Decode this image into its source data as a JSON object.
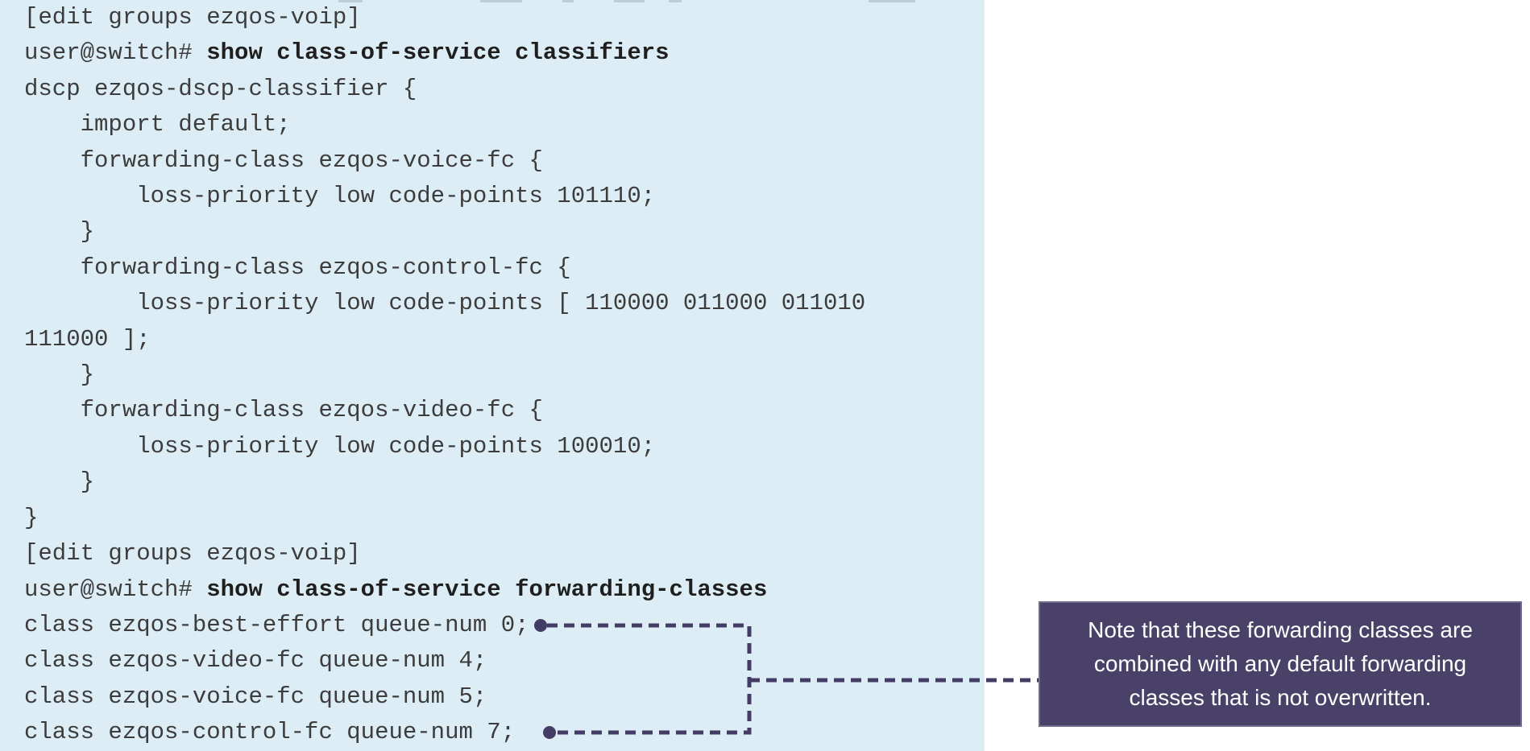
{
  "colors": {
    "page-bg": "#ffffff",
    "code-bg": "#ddedf5",
    "code-text": "#3c3c3c",
    "code-bold": "#1f1f1f",
    "connector": "#433c64",
    "note-bg": "#4a4168",
    "note-text": "#ffffff",
    "note-border": "#716b92"
  },
  "code": {
    "lines": [
      {
        "segments": [
          {
            "text": "[edit groups ezqos-voip]"
          }
        ]
      },
      {
        "segments": [
          {
            "text": "user@switch# "
          },
          {
            "text": "show class-of-service classifiers",
            "bold": true
          }
        ]
      },
      {
        "segments": [
          {
            "text": "dscp ezqos-dscp-classifier {"
          }
        ]
      },
      {
        "segments": [
          {
            "text": "    import default;"
          }
        ]
      },
      {
        "segments": [
          {
            "text": "    forwarding-class ezqos-voice-fc {"
          }
        ]
      },
      {
        "segments": [
          {
            "text": "        loss-priority low code-points 101110;"
          }
        ]
      },
      {
        "segments": [
          {
            "text": "    }"
          }
        ]
      },
      {
        "segments": [
          {
            "text": "    forwarding-class ezqos-control-fc {"
          }
        ]
      },
      {
        "segments": [
          {
            "text": "        loss-priority low code-points [ 110000 011000 011010"
          }
        ]
      },
      {
        "segments": [
          {
            "text": "111000 ];"
          }
        ]
      },
      {
        "segments": [
          {
            "text": "    }"
          }
        ]
      },
      {
        "segments": [
          {
            "text": "    forwarding-class ezqos-video-fc {"
          }
        ]
      },
      {
        "segments": [
          {
            "text": "        loss-priority low code-points 100010;"
          }
        ]
      },
      {
        "segments": [
          {
            "text": "    }"
          }
        ]
      },
      {
        "segments": [
          {
            "text": "}"
          }
        ]
      },
      {
        "segments": [
          {
            "text": "[edit groups ezqos-voip]"
          }
        ]
      },
      {
        "segments": [
          {
            "text": "user@switch# "
          },
          {
            "text": "show class-of-service forwarding-classes",
            "bold": true
          }
        ]
      },
      {
        "segments": [
          {
            "text": "class ezqos-best-effort queue-num 0;"
          }
        ],
        "marker": "connector-dot"
      },
      {
        "segments": [
          {
            "text": "class ezqos-video-fc queue-num 4;"
          }
        ]
      },
      {
        "segments": [
          {
            "text": "class ezqos-voice-fc queue-num 5;"
          }
        ]
      },
      {
        "segments": [
          {
            "text": "class ezqos-control-fc queue-num 7;"
          }
        ],
        "marker": "connector-dot"
      }
    ]
  },
  "note": {
    "text": "Note that these forwarding classes are combined with any default forwarding classes that is not overwritten."
  }
}
